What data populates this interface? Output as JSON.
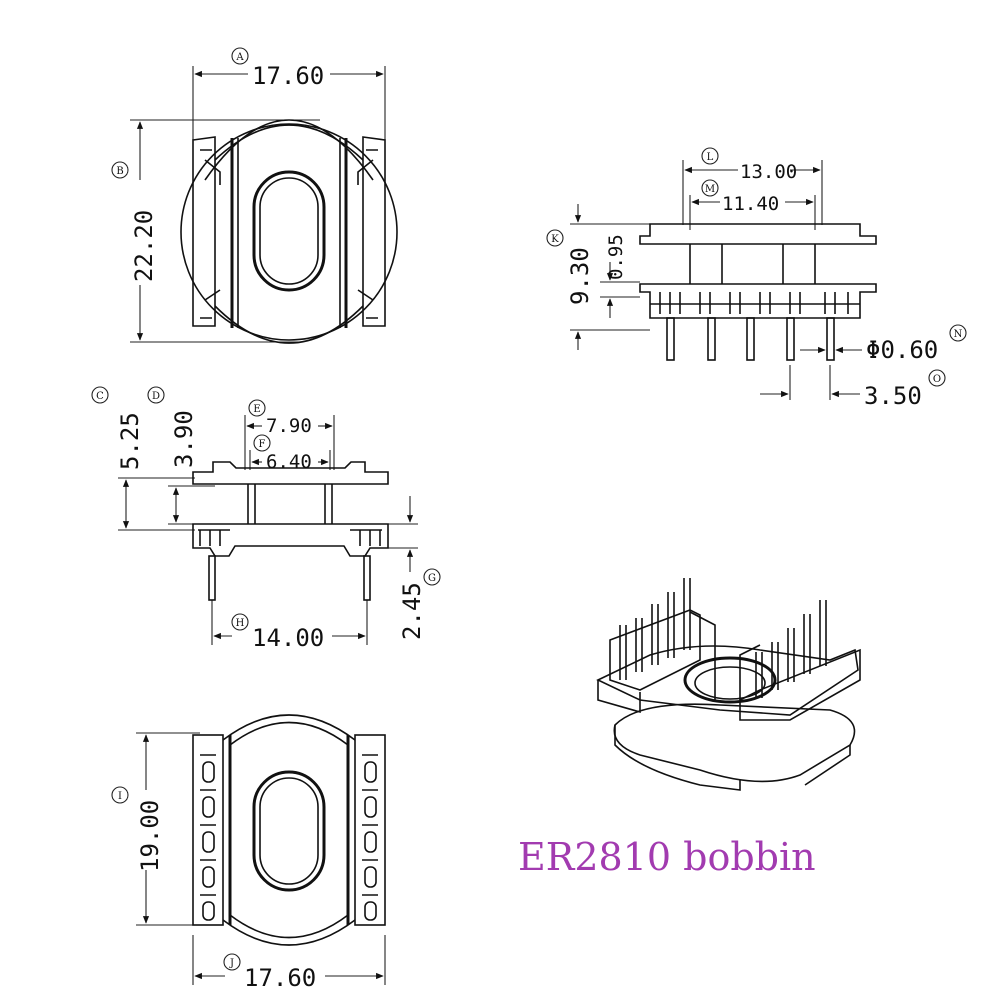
{
  "title": "ER2810 bobbin",
  "title_color": "#a23bb0",
  "line_color": "#111111",
  "dimensions": {
    "A": "17.60",
    "B": "22.20",
    "C": "5.25",
    "D": "3.90",
    "E": "7.90",
    "F": "6.40",
    "G": "2.45",
    "H": "14.00",
    "I": "19.00",
    "J": "17.60",
    "K": "9.30",
    "K2": "0.95",
    "L": "13.00",
    "M": "11.40",
    "N": "Φ0.60",
    "O": "3.50"
  },
  "labels": {
    "A": "A",
    "B": "B",
    "C": "C",
    "D": "D",
    "E": "E",
    "F": "F",
    "G": "G",
    "H": "H",
    "I": "I",
    "J": "J",
    "K": "K",
    "L": "L",
    "M": "M",
    "N": "N",
    "O": "O"
  }
}
